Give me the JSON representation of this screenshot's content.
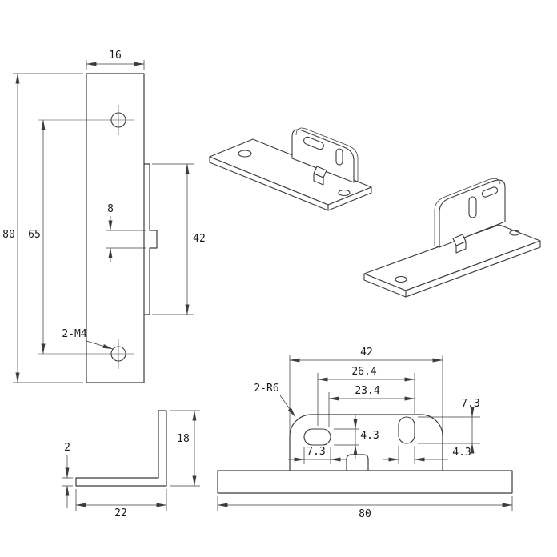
{
  "drawing": {
    "background": "#ffffff",
    "line_color": "#3c3c3c",
    "views": {
      "front": {
        "dims": {
          "width": "16",
          "total_height": "80",
          "hole_spacing": "65",
          "tab_height": "8",
          "flange_height": "42",
          "thread_callout": "2-M4"
        }
      },
      "profile": {
        "dims": {
          "thickness": "2",
          "leg_height": "18",
          "base_width": "22"
        }
      },
      "plan": {
        "dims": {
          "flange_width": "42",
          "slot_span_outer": "26.4",
          "slot_span_inner": "23.4",
          "corner_radius_callout": "2-R6",
          "right_slot_length": "7.3",
          "left_slot_height": "4.3",
          "left_slot_length": "7.3",
          "right_slot_width": "4.3",
          "overall_length": "80"
        }
      }
    }
  }
}
